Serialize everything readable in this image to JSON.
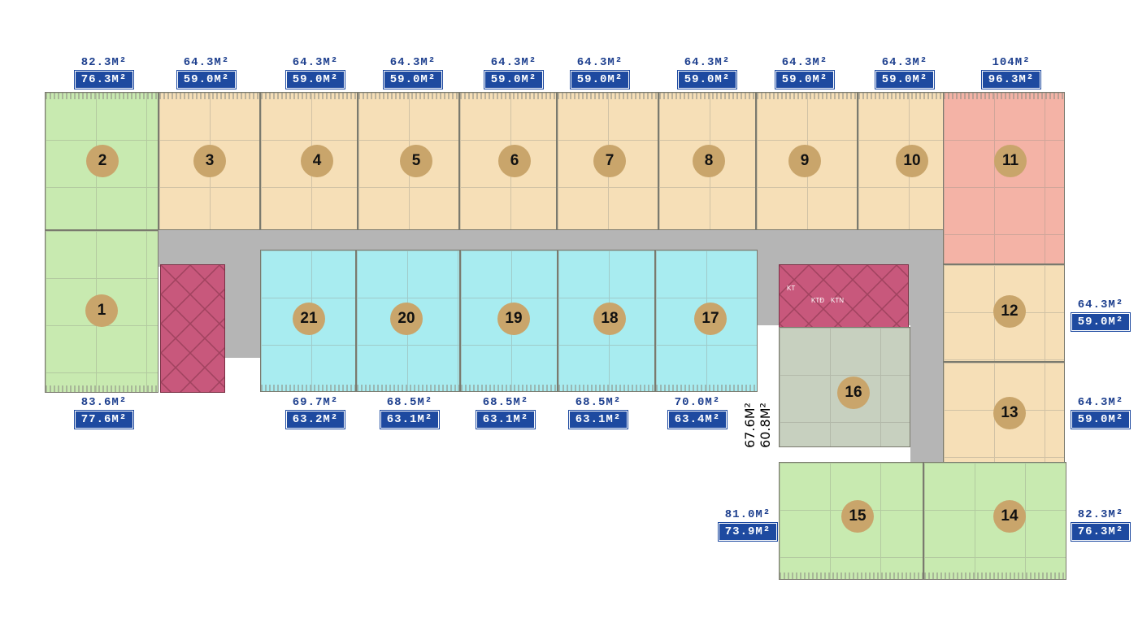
{
  "colors": {
    "green": "#c8eab0",
    "beige": "#f6dfb7",
    "salmon": "#f4b3a6",
    "cyan": "#a8ecf0",
    "sage": "#c7d0bf",
    "core": "#c8587c",
    "corridor": "#b5b5b5",
    "badge": "#c9a56b",
    "area_text": "#1d3f8e",
    "area_box": "#1e4aa0"
  },
  "units": [
    {
      "number": "1"
    },
    {
      "number": "2"
    },
    {
      "number": "3"
    },
    {
      "number": "4"
    },
    {
      "number": "5"
    },
    {
      "number": "6"
    },
    {
      "number": "7"
    },
    {
      "number": "8"
    },
    {
      "number": "9"
    },
    {
      "number": "10"
    },
    {
      "number": "11"
    },
    {
      "number": "12"
    },
    {
      "number": "13"
    },
    {
      "number": "14"
    },
    {
      "number": "15"
    },
    {
      "number": "16"
    },
    {
      "number": "17"
    },
    {
      "number": "18"
    },
    {
      "number": "19"
    },
    {
      "number": "20"
    },
    {
      "number": "21"
    }
  ],
  "areas": [
    {
      "unit": "2",
      "gross": "82.3M²",
      "net": "76.3M²"
    },
    {
      "unit": "3",
      "gross": "64.3M²",
      "net": "59.0M²"
    },
    {
      "unit": "4",
      "gross": "64.3M²",
      "net": "59.0M²"
    },
    {
      "unit": "5",
      "gross": "64.3M²",
      "net": "59.0M²"
    },
    {
      "unit": "6",
      "gross": "64.3M²",
      "net": "59.0M²"
    },
    {
      "unit": "7",
      "gross": "64.3M²",
      "net": "59.0M²"
    },
    {
      "unit": "8",
      "gross": "64.3M²",
      "net": "59.0M²"
    },
    {
      "unit": "9",
      "gross": "64.3M²",
      "net": "59.0M²"
    },
    {
      "unit": "10",
      "gross": "64.3M²",
      "net": "59.0M²"
    },
    {
      "unit": "11",
      "gross": "104M²",
      "net": "96.3M²"
    },
    {
      "unit": "12",
      "gross": "64.3M²",
      "net": "59.0M²"
    },
    {
      "unit": "13",
      "gross": "64.3M²",
      "net": "59.0M²"
    },
    {
      "unit": "14",
      "gross": "82.3M²",
      "net": "76.3M²"
    },
    {
      "unit": "15",
      "gross": "81.0M²",
      "net": "73.9M²"
    },
    {
      "unit": "16",
      "gross": "67.6M²",
      "net": "60.8M²"
    },
    {
      "unit": "17",
      "gross": "70.0M²",
      "net": "63.4M²"
    },
    {
      "unit": "18",
      "gross": "68.5M²",
      "net": "63.1M²"
    },
    {
      "unit": "19",
      "gross": "68.5M²",
      "net": "63.1M²"
    },
    {
      "unit": "20",
      "gross": "68.5M²",
      "net": "63.1M²"
    },
    {
      "unit": "21",
      "gross": "69.7M²",
      "net": "63.2M²"
    },
    {
      "unit": "1",
      "gross": "83.6M²",
      "net": "77.6M²"
    }
  ],
  "core_labels": {
    "kt": "KT",
    "ktd": "KTĐ",
    "ktn": "KTN"
  }
}
